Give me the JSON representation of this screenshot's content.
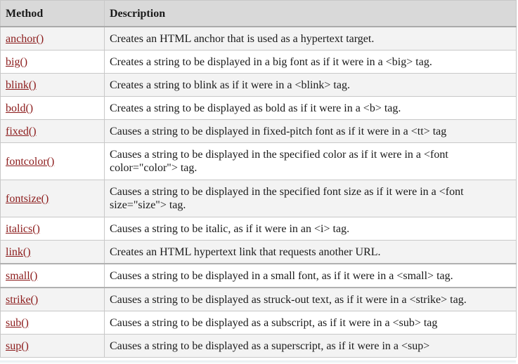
{
  "headers": {
    "method": "Method",
    "description": "Description"
  },
  "rows": [
    {
      "method": "anchor()",
      "description": "Creates an HTML anchor that is used as a hypertext target."
    },
    {
      "method": "big()",
      "description": "Creates a string to be displayed in a big font as if it were in a <big> tag."
    },
    {
      "method": "blink()",
      "description": "Creates a string to blink as if it were in a <blink> tag."
    },
    {
      "method": "bold()",
      "description": "Creates a string to be displayed as bold as if it were in a <b> tag."
    },
    {
      "method": "fixed()",
      "description": "Causes a string to be displayed in fixed-pitch font as if it were in a <tt> tag"
    },
    {
      "method": "fontcolor()",
      "description": "Causes a string to be displayed in the specified color as if it were in a <font color=\"color\"> tag."
    },
    {
      "method": "fontsize()",
      "description": "Causes a string to be displayed in the specified font size as if it were in a <font size=\"size\"> tag."
    },
    {
      "method": "italics()",
      "description": "Causes a string to be italic, as if it were in an <i> tag."
    },
    {
      "method": "link()",
      "description": "Creates an HTML hypertext link that requests another URL."
    },
    {
      "method": "small()",
      "description": "Causes a string to be displayed in a small font, as if it were in a <small> tag."
    },
    {
      "method": "strike()",
      "description": "Causes a string to be displayed as struck-out text, as if it were in a <strike> tag."
    },
    {
      "method": "sub()",
      "description": "Causes a string to be displayed as a subscript, as if it were in a <sub> tag"
    },
    {
      "method": "sup()",
      "description": "Causes a string to be displayed as a superscript, as if it were in a <sup>"
    }
  ],
  "colors": {
    "link": "#8b1a1a",
    "header_bg": "#d9d9d9",
    "row_alt_bg": "#f3f3f3",
    "border": "#c8c8c8"
  }
}
